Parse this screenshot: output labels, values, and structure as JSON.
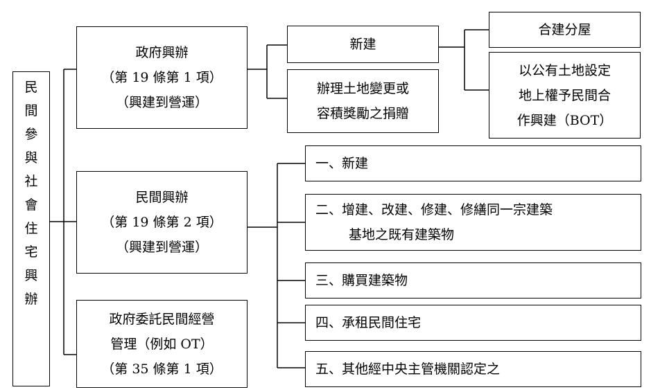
{
  "root": {
    "chars": [
      "民",
      "間",
      "參",
      "與",
      "社",
      "會",
      "住",
      "宅",
      "興",
      "辦"
    ]
  },
  "gov": {
    "lines": [
      "政府興辦",
      "（第 19 條第 1 項）",
      "（興建到營運）"
    ]
  },
  "private": {
    "lines": [
      "民間興辦",
      "（第 19 條第 2 項）",
      "（興建到營運）"
    ]
  },
  "commission": {
    "lines": [
      "政府委託民間經營",
      "管理（例如 OT）",
      "（第 35 條第 1 項）"
    ]
  },
  "gov_children": {
    "new_build": "新建",
    "land_change": [
      "辦理土地變更或",
      "容積獎勵之捐贈"
    ]
  },
  "new_build_children": {
    "joint": "合建分屋",
    "bot": [
      "以公有土地設定",
      "地上權予民間合",
      "作興建（BOT）"
    ]
  },
  "private_children": {
    "item1": "一、新建",
    "item2": [
      "二、增建、改建、修建、修繕同一宗建築",
      "基地之既有建築物"
    ],
    "item3": "三、購買建築物",
    "item4": "四、承租民間住宅",
    "item5": "五、其他經中央主管機關認定之"
  }
}
